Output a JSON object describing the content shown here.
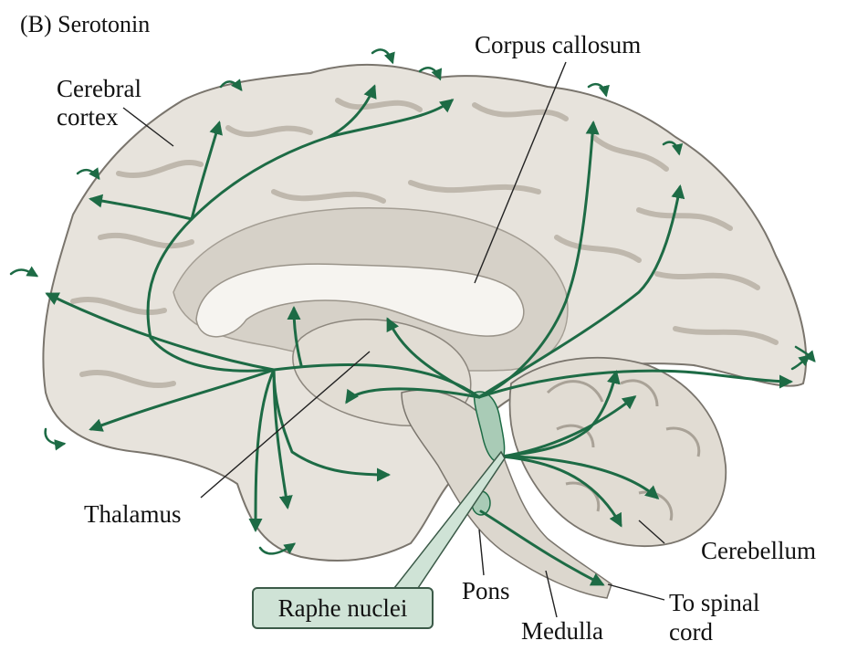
{
  "panel_title": "(B) Serotonin",
  "labels": {
    "cerebral_cortex_line1": "Cerebral",
    "cerebral_cortex_line2": "cortex",
    "corpus_callosum": "Corpus callosum",
    "thalamus": "Thalamus",
    "raphe_nuclei": "Raphe nuclei",
    "pons": "Pons",
    "medulla": "Medulla",
    "cerebellum": "Cerebellum",
    "to_spinal_line1": "To spinal",
    "to_spinal_line2": "cord"
  },
  "colors": {
    "pathway": "#1d6b45",
    "raphe_fill": "#a9cbb6",
    "label_box_fill": "#cfe3d6",
    "brain_fill": "#e7e3dc",
    "brain_shadow": "#cfc9bf",
    "brain_outline": "#7a756d"
  }
}
